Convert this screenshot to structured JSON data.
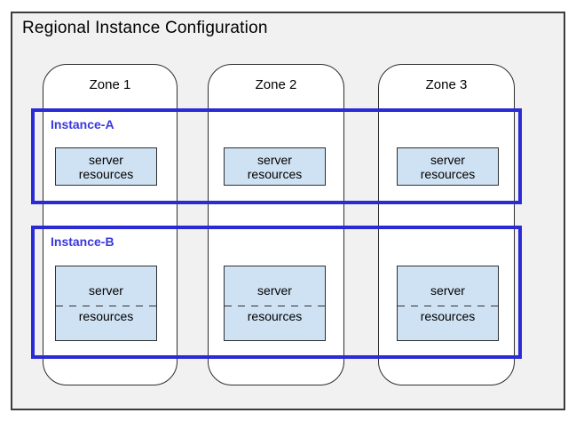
{
  "diagram": {
    "title": "Regional Instance Configuration"
  },
  "zones": [
    {
      "label": "Zone 1"
    },
    {
      "label": "Zone 2"
    },
    {
      "label": "Zone 3"
    }
  ],
  "instances": [
    {
      "label": "Instance-A",
      "servers": [
        {
          "line1": "server",
          "line2": "resources",
          "split": false
        },
        {
          "line1": "server",
          "line2": "resources",
          "split": false
        },
        {
          "line1": "server",
          "line2": "resources",
          "split": false
        }
      ]
    },
    {
      "label": "Instance-B",
      "servers": [
        {
          "line1": "server",
          "line2": "resources",
          "split": true
        },
        {
          "line1": "server",
          "line2": "resources",
          "split": true
        },
        {
          "line1": "server",
          "line2": "resources",
          "split": true
        }
      ]
    }
  ],
  "colors": {
    "canvas_bg": "#ffffff",
    "frame_bg": "#f1f1f1",
    "frame_border": "#3c3c3c",
    "zone_bg": "#ffffff",
    "zone_border": "#2e2e2e",
    "instance_border": "#2b2bd5",
    "instance_label": "#3838dd",
    "server_bg": "#cfe2f3",
    "server_border": "#2f2f2f",
    "divider_color": "#2f2f2f",
    "text_color": "#000000"
  }
}
